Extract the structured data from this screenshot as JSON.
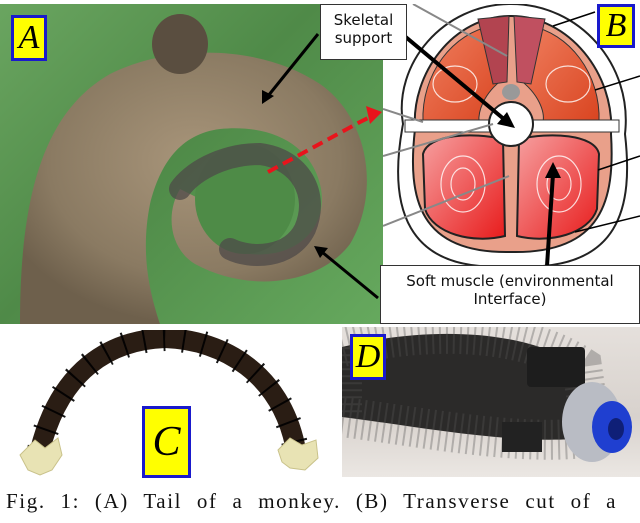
{
  "figure": {
    "panels": [
      {
        "id": "A",
        "label": "A",
        "description": "Tail of a monkey (photo)"
      },
      {
        "id": "B",
        "label": "B",
        "description": "Transverse cut diagram of tail"
      },
      {
        "id": "C",
        "label": "C",
        "description": "Articulated skeletal support prototype"
      },
      {
        "id": "D",
        "label": "D",
        "description": "Braided soft actuator with blue fitting"
      }
    ],
    "callouts": {
      "skeletal_support_line1": "Skeletal",
      "skeletal_support_line2": "support",
      "soft_muscle_line1": "Soft muscle (environmental",
      "soft_muscle_line2": "Interface)"
    },
    "caption": "Fig. 1: (A) Tail of a monkey. (B) Transverse cut of a"
  },
  "colors": {
    "label_bg": "#ffff00",
    "label_border": "#1a1acc",
    "red_arrow": "#e8141c",
    "photo_bg_green": "#5e9a55"
  }
}
